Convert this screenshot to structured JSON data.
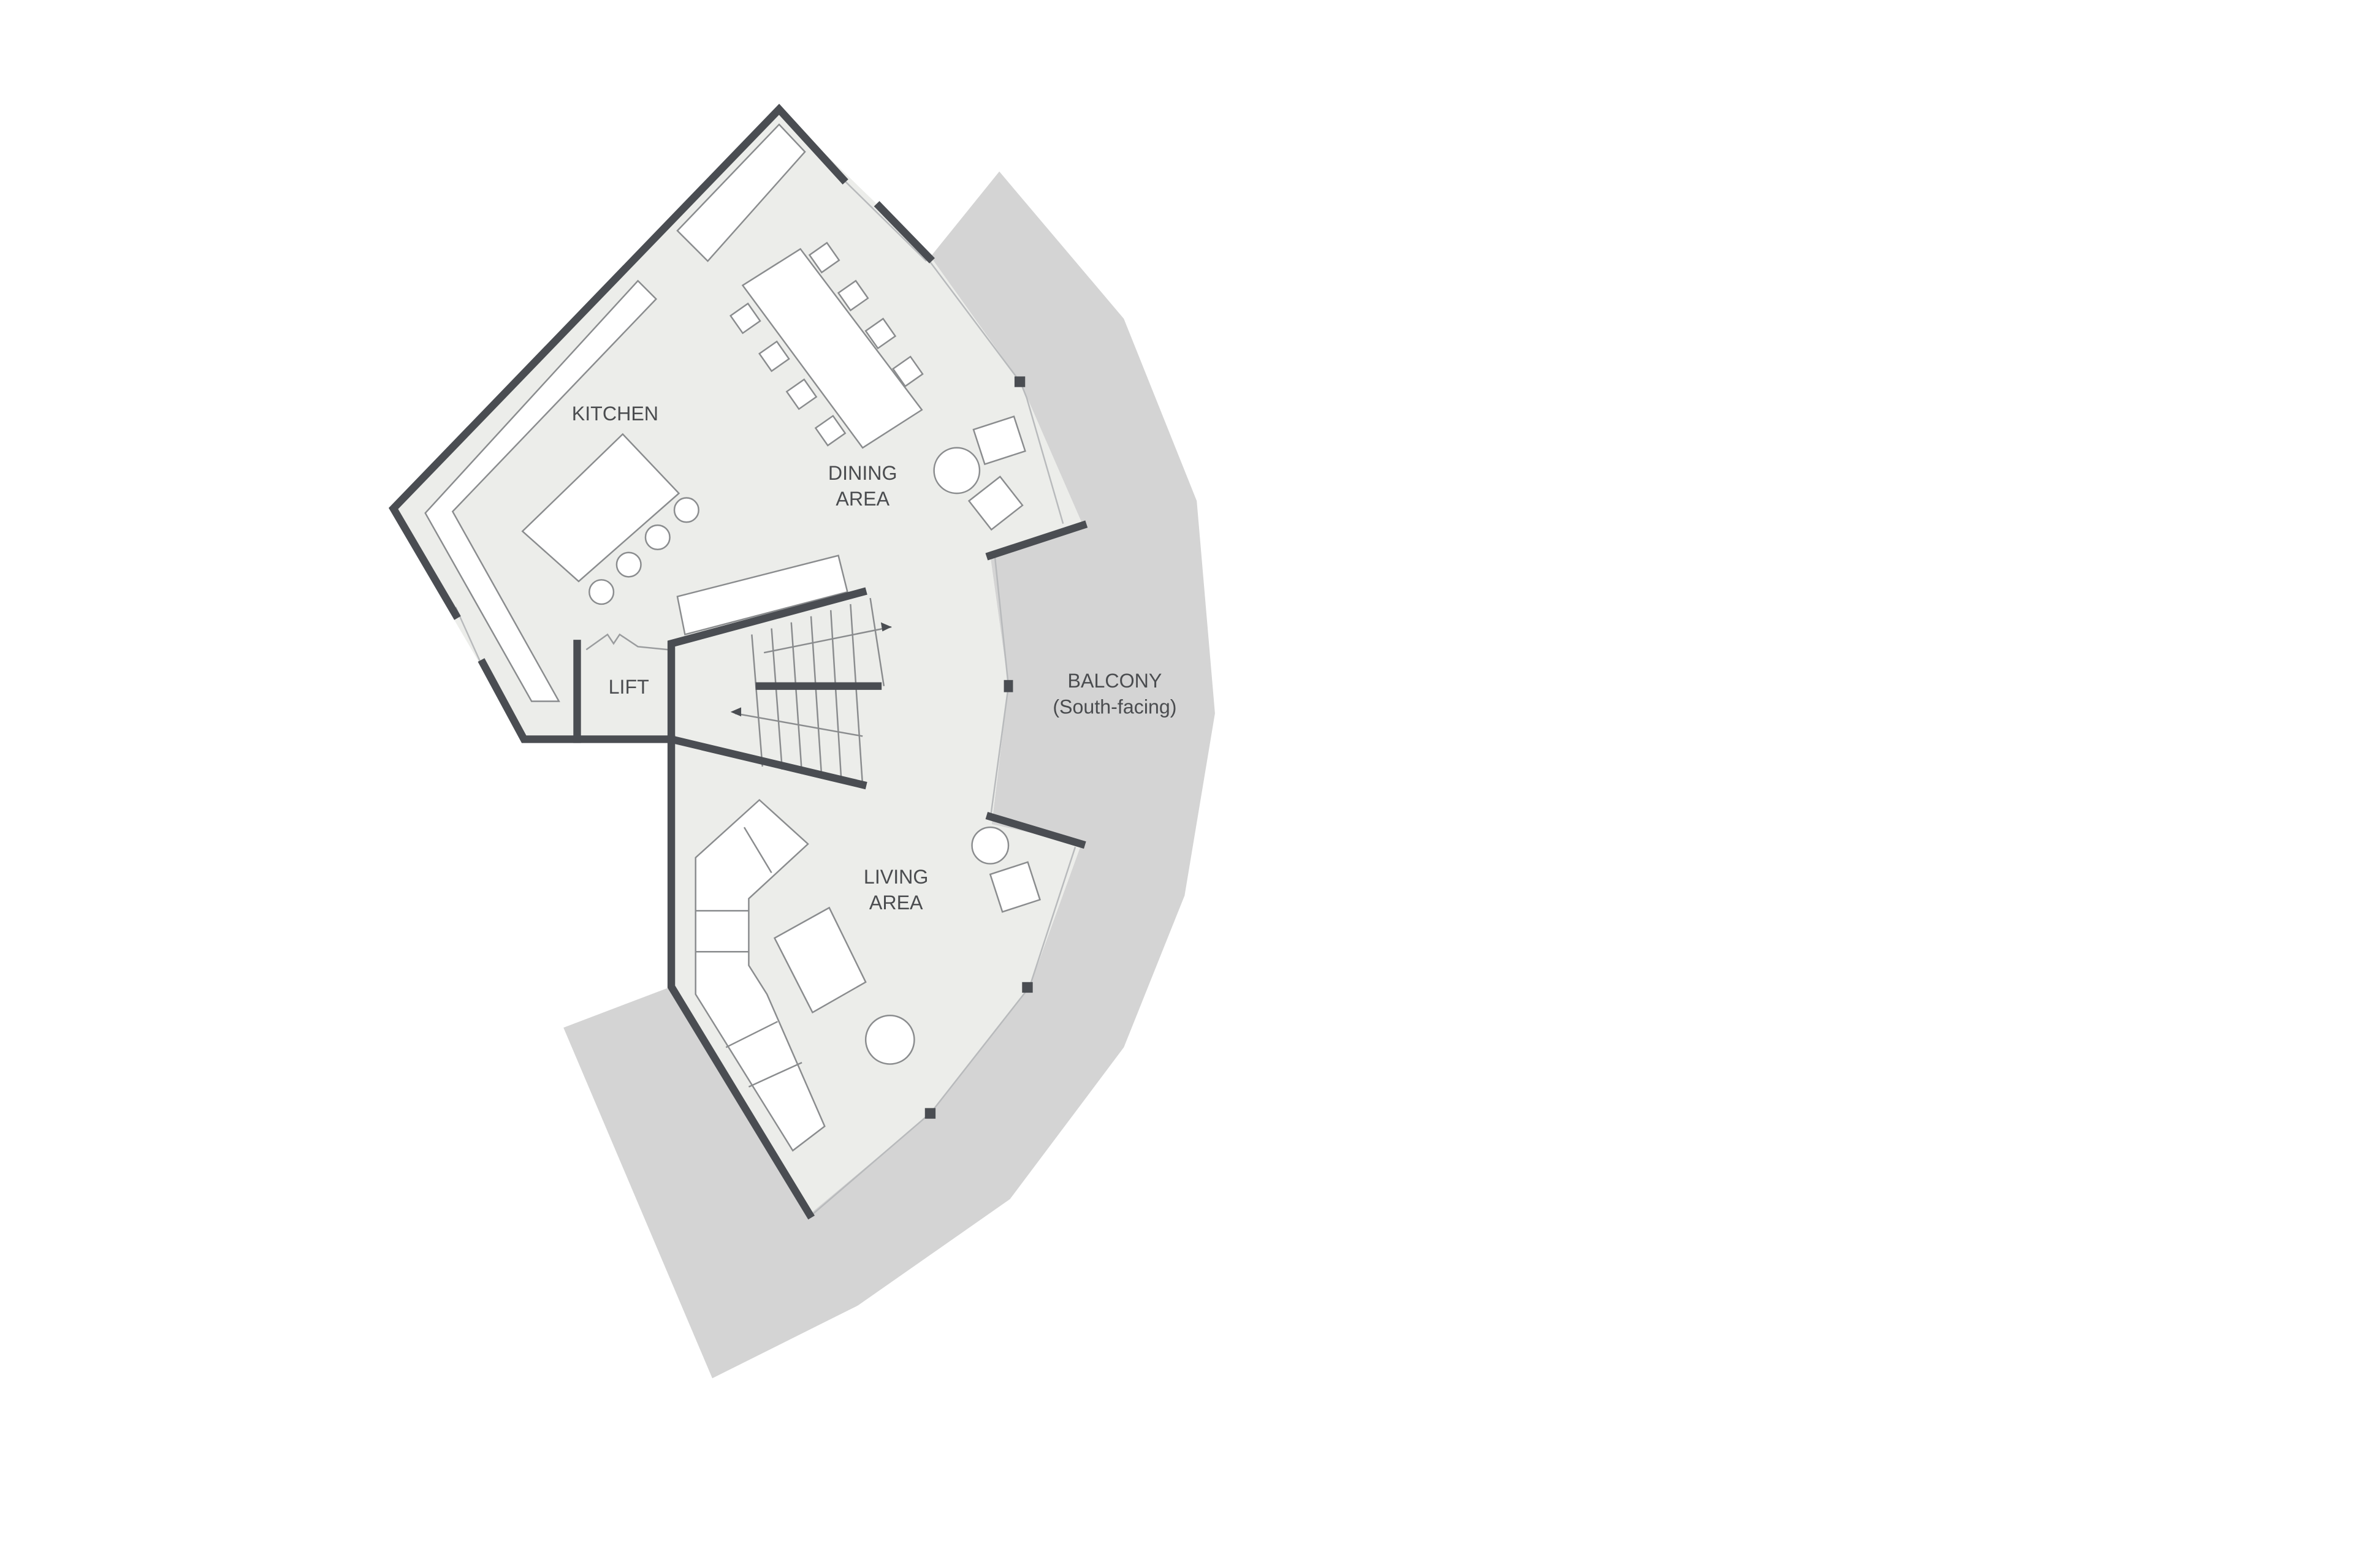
{
  "floor_plan": {
    "rooms": {
      "kitchen": "KITCHEN",
      "dining_line1": "DINING",
      "dining_line2": "AREA",
      "lift": "LIFT",
      "living_line1": "LIVING",
      "living_line2": "AREA",
      "balcony_line1": "BALCONY",
      "balcony_line2": "(South-facing)"
    },
    "colors": {
      "background": "#ffffff",
      "floor": "#ecedea",
      "balcony": "#d4d4d4",
      "walls": "#4a4d52",
      "furniture": "#ffffff",
      "text": "#4a4c4f"
    }
  }
}
